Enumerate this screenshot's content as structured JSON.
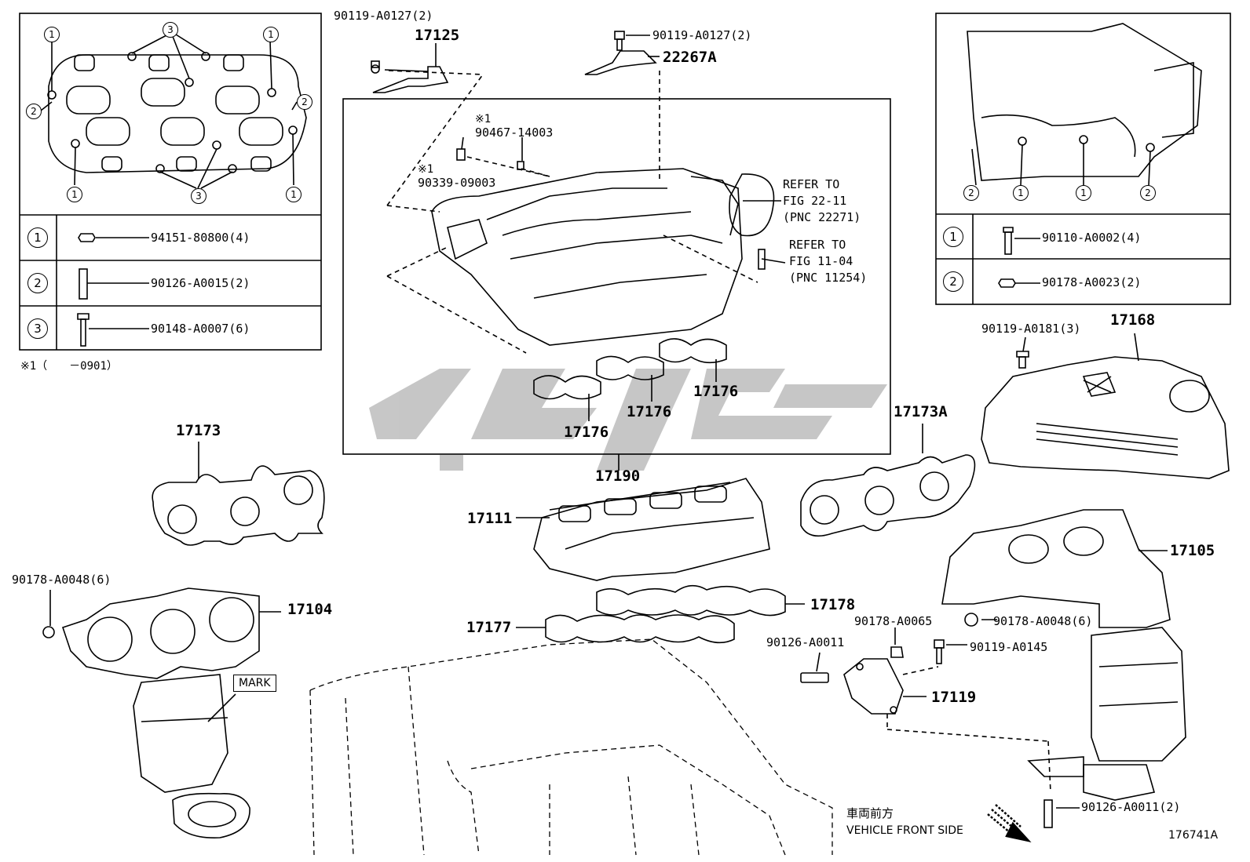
{
  "diagram_id": "176741A",
  "vehicle_front": {
    "jp": "車両前方",
    "en": "VEHICLE FRONT SIDE"
  },
  "note_marker": "※1",
  "note_text": "※1（　　－0901）",
  "mark_label": "MARK",
  "refers": [
    {
      "line1": "REFER TO",
      "line2": "FIG 22-11",
      "line3": "(PNC 22271)"
    },
    {
      "line1": "REFER TO",
      "line2": "FIG 11-04",
      "line3": "(PNC 11254)"
    }
  ],
  "left_legend": [
    {
      "num": "1",
      "part": "94151-80800(4)"
    },
    {
      "num": "2",
      "part": "90126-A0015(2)"
    },
    {
      "num": "3",
      "part": "90148-A0007(6)"
    }
  ],
  "right_legend": [
    {
      "num": "1",
      "part": "90110-A0002(4)"
    },
    {
      "num": "2",
      "part": "90178-A0023(2)"
    }
  ],
  "callouts": {
    "c1": "1",
    "c2": "2",
    "c3": "3"
  },
  "parts": {
    "p90119_a0127_left": "90119-A0127(2)",
    "p17125": "17125",
    "p90119_a0127_right": "90119-A0127(2)",
    "p22267a": "22267A",
    "p90467": "90467-14003",
    "p90339": "90339-09003",
    "p17176a": "17176",
    "p17176b": "17176",
    "p17176c": "17176",
    "p17190": "17190",
    "p17173": "17173",
    "p17173a": "17173A",
    "p90119_a0181": "90119-A0181(3)",
    "p17168": "17168",
    "p17111": "17111",
    "p17105": "17105",
    "p90178_a0048_left": "90178-A0048(6)",
    "p17104": "17104",
    "p17178": "17178",
    "p17177": "17177",
    "p90178_a0065": "90178-A0065",
    "p90178_a0048_right": "90178-A0048(6)",
    "p90126_a0011": "90126-A0011",
    "p90119_a0145": "90119-A0145",
    "p17119": "17119",
    "p90126_a0011_2": "90126-A0011(2)"
  }
}
